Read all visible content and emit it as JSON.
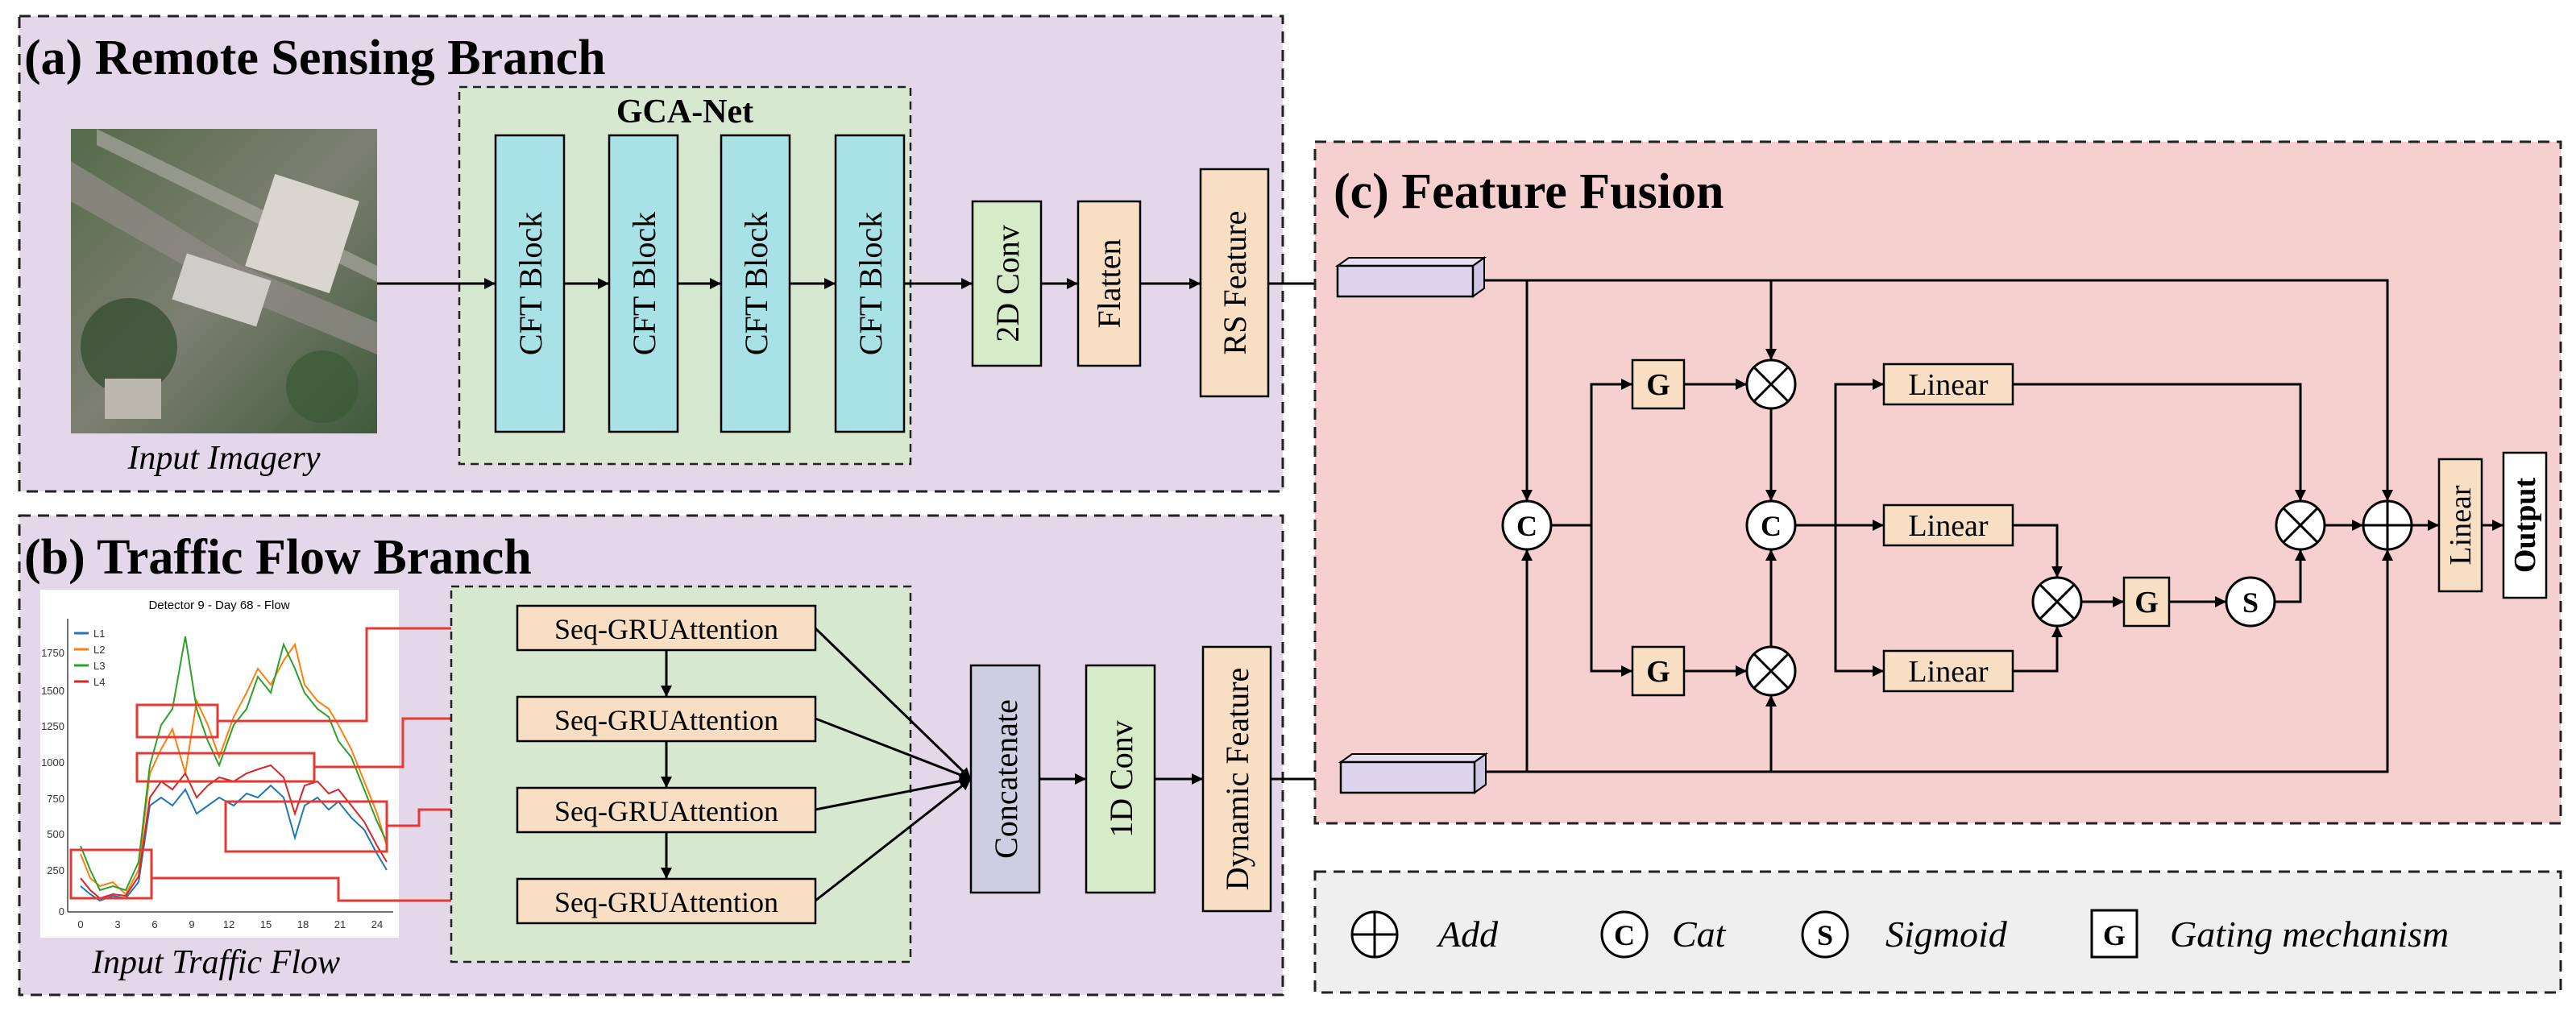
{
  "branch_a": {
    "title": "(a) Remote Sensing Branch",
    "net_title": "GCA-Net",
    "blocks": [
      "CFT Block",
      "CFT Block",
      "CFT Block",
      "CFT Block"
    ],
    "conv": "2D Conv",
    "flatten": "Flatten",
    "feature": "RS  Feature",
    "input_caption": "Input Imagery"
  },
  "branch_b": {
    "title": "(b) Traffic Flow Branch",
    "modules": [
      "Seq-GRUAttention",
      "Seq-GRUAttention",
      "Seq-GRUAttention",
      "Seq-GRUAttention"
    ],
    "concat": "Concatenate",
    "conv": "1D Conv",
    "feature": "Dynamic Feature",
    "input_caption": "Input Traffic Flow",
    "plot": {
      "title": "Detector 9 - Day 68 - Flow",
      "legend": [
        "L1",
        "L2",
        "L3",
        "L4"
      ],
      "colors": [
        "#1f77b4",
        "#ff7f0e",
        "#2ca02c",
        "#d62728"
      ],
      "yticks": [
        "1750",
        "1500",
        "1250",
        "1000",
        "750",
        "500",
        "250",
        "0"
      ],
      "xticks": [
        "0",
        "3",
        "6",
        "9",
        "12",
        "15",
        "18",
        "21",
        "24"
      ]
    }
  },
  "branch_c": {
    "title": "(c) Feature Fusion",
    "gate": "G",
    "cat": "C",
    "sigmoid": "S",
    "linear": "Linear",
    "output": "Output"
  },
  "legend": {
    "add": "Add",
    "cat_symbol": "C",
    "cat": "Cat",
    "sigmoid_symbol": "S",
    "sigmoid": "Sigmoid",
    "gate_symbol": "G",
    "gating": "Gating mechanism"
  }
}
